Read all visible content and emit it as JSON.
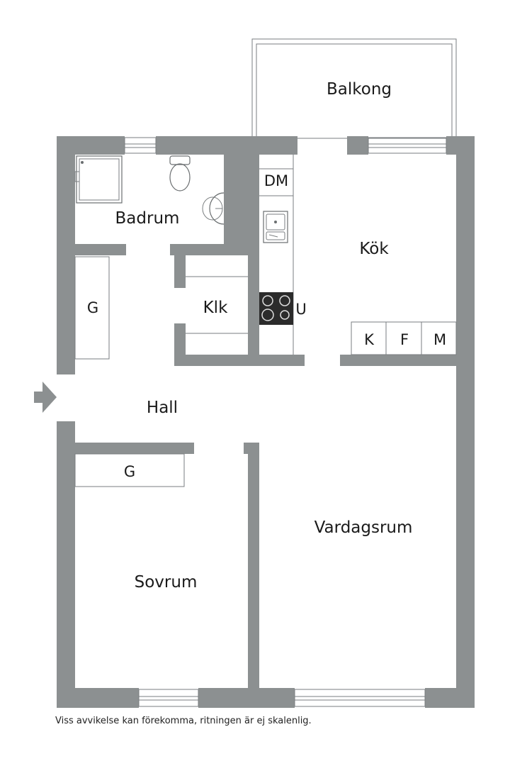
{
  "rooms": {
    "balkong": "Balkong",
    "badrum": "Badrum",
    "kok": "Kök",
    "klk": "Klk",
    "hall": "Hall",
    "vardagsrum": "Vardagsrum",
    "sovrum": "Sovrum"
  },
  "fixtures": {
    "dm": "DM",
    "u": "U",
    "k": "K",
    "f": "F",
    "m": "M",
    "g_hall": "G",
    "g_sovrum": "G"
  },
  "footnote": "Viss avvikelse kan förekomma, ritningen är ej skalenlig.",
  "colors": {
    "wall": "#8c9091",
    "stove": "#2b2b2b",
    "background": "#ffffff"
  }
}
